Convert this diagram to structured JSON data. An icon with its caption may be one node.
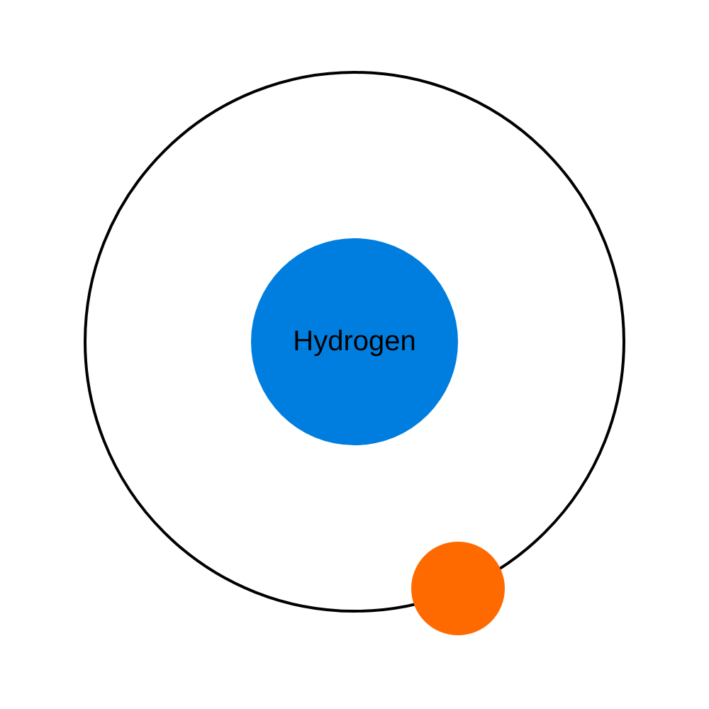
{
  "diagram": {
    "nodes": [
      {
        "text": [],
        "shape": "circle"
      },
      {
        "text": [
          "Hydrogen"
        ],
        "in": 0
      },
      {
        "text": [],
        "shape": "circle"
      }
    ]
  }
}
